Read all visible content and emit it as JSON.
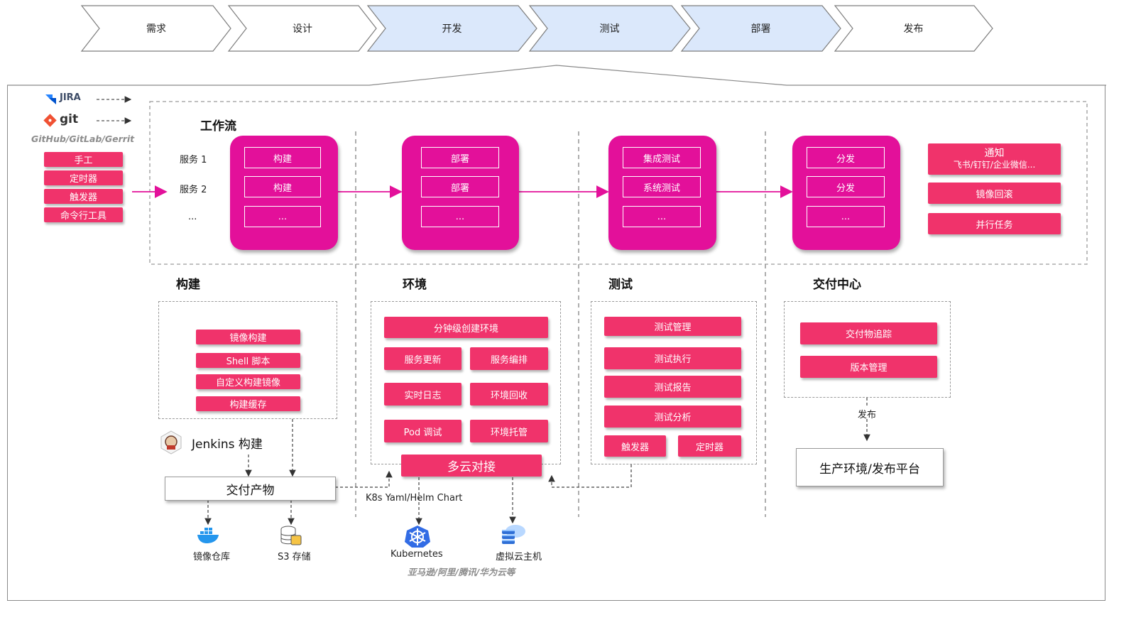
{
  "pipeline": [
    "需求",
    "设计",
    "开发",
    "测试",
    "部署",
    "发布"
  ],
  "sources": {
    "jira": "JIRA",
    "git": "git",
    "git_hosts": "GitHub/GitLab/Gerrit"
  },
  "triggers": [
    "手工",
    "定时器",
    "触发器",
    "命令行工具"
  ],
  "workflow": {
    "title": "工作流",
    "services": [
      "服务 1",
      "服务 2",
      "..."
    ],
    "stages": [
      {
        "items": [
          "构建",
          "构建",
          "..."
        ]
      },
      {
        "items": [
          "部署",
          "部署",
          "..."
        ]
      },
      {
        "items": [
          "集成测试",
          "系统测试",
          "..."
        ]
      },
      {
        "items": [
          "分发",
          "分发",
          "..."
        ]
      }
    ],
    "actions": {
      "notify_title": "通知",
      "notify_sub": "飞书/钉钉/企业微信...",
      "rollback": "镜像回滚",
      "parallel": "并行任务"
    }
  },
  "build": {
    "title": "构建",
    "items": [
      "镜像构建",
      "Shell 脚本",
      "自定义构建镜像",
      "构建缓存"
    ],
    "jenkins": "Jenkins 构建",
    "artifact": "交付产物",
    "targets": [
      "镜像仓库",
      "S3 存储"
    ]
  },
  "env": {
    "title": "环境",
    "top": "分钟级创建环境",
    "grid": [
      "服务更新",
      "服务编排",
      "实时日志",
      "环境回收",
      "Pod 调试",
      "环境托管"
    ],
    "multicloud": "多云对接",
    "k8s_label": "K8s Yaml/Helm Chart",
    "kubernetes": "Kubernetes",
    "vm": "虚拟云主机",
    "clouds": "亚马逊/阿里/腾讯/华为云等"
  },
  "test": {
    "title": "测试",
    "items": [
      "测试管理",
      "测试执行",
      "测试报告",
      "测试分析"
    ],
    "bottom": [
      "触发器",
      "定时器"
    ]
  },
  "delivery": {
    "title": "交付中心",
    "items": [
      "交付物追踪",
      "版本管理"
    ],
    "publish": "发布",
    "platform": "生产环境/发布平台"
  },
  "colors": {
    "pink": "#f0336b",
    "magenta": "#e3109a",
    "chevron_active": "#dbe8fb"
  }
}
